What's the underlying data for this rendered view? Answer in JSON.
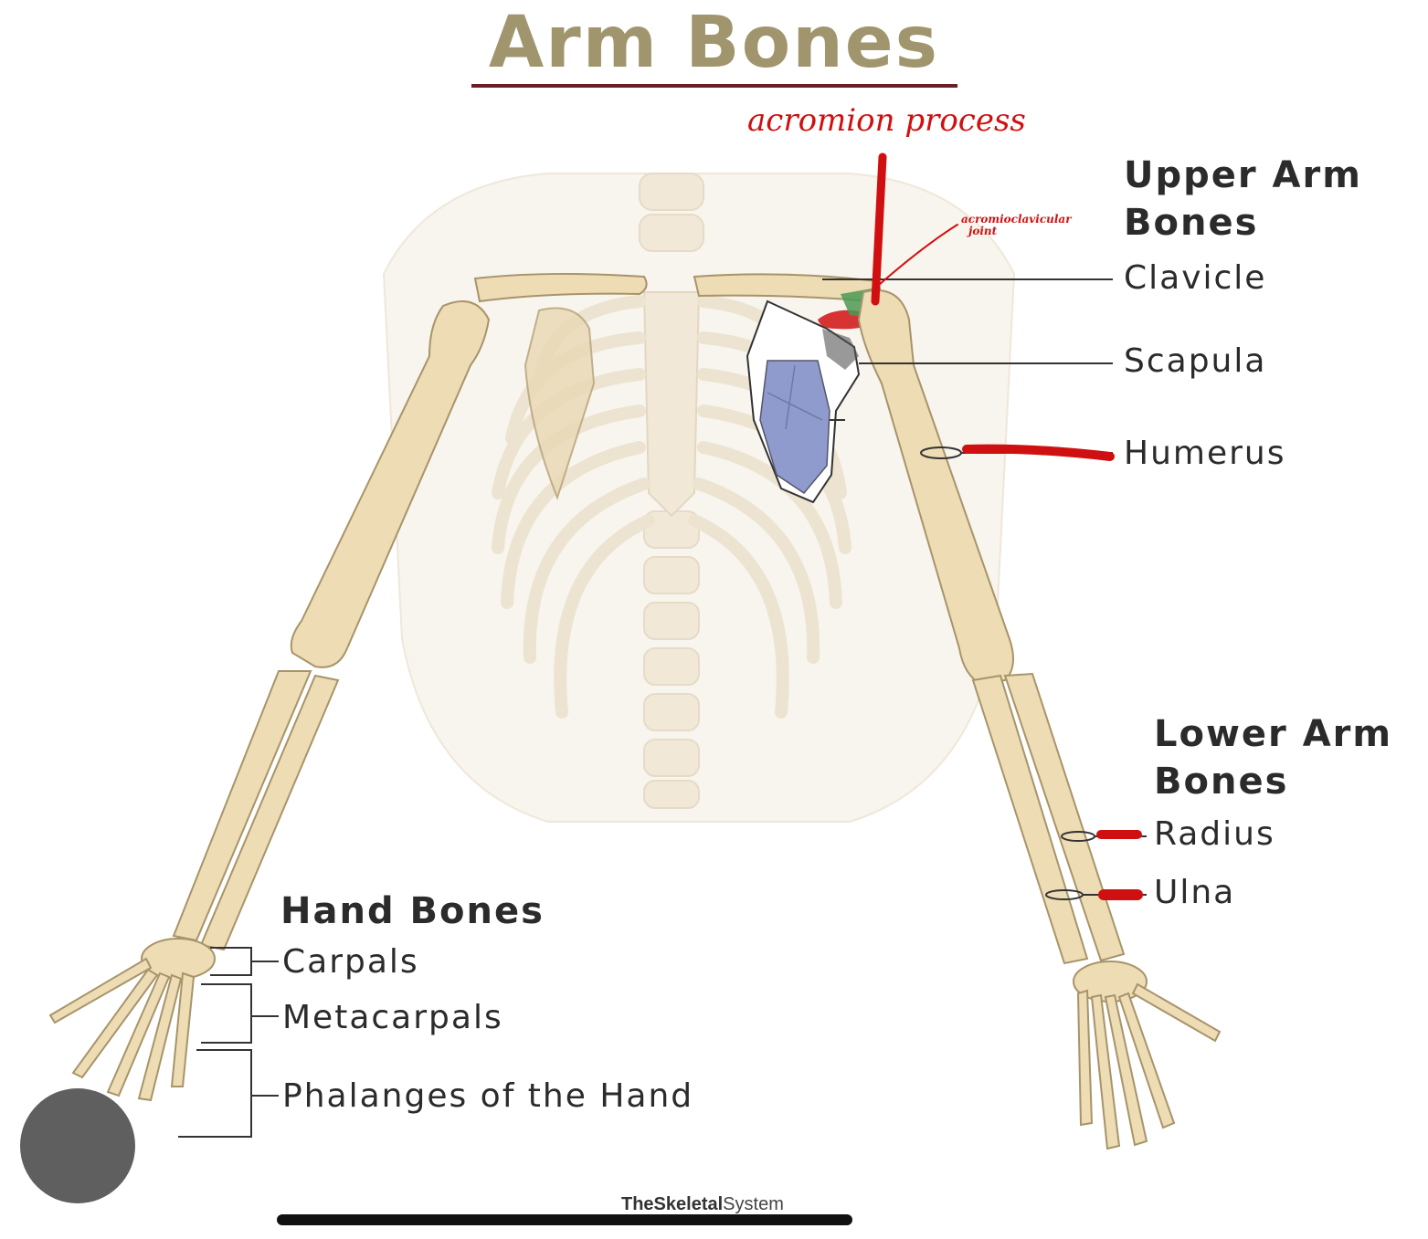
{
  "title": "Arm Bones",
  "upper_arm": {
    "heading_line1": "Upper Arm",
    "heading_line2": "Bones",
    "clavicle": "Clavicle",
    "scapula": "Scapula",
    "humerus": "Humerus"
  },
  "lower_arm": {
    "heading_line1": "Lower Arm",
    "heading_line2": "Bones",
    "radius": "Radius",
    "ulna": "Ulna"
  },
  "hand": {
    "heading": "Hand Bones",
    "carpals": "Carpals",
    "metacarpals": "Metacarpals",
    "phalanges": "Phalanges of the Hand"
  },
  "annotations": {
    "acromion": "acromion process",
    "ac_joint_line1": "acromioclavicular",
    "ac_joint_line2": "joint"
  },
  "credit": {
    "bold": "TheSkeletal",
    "light": "System"
  },
  "colors": {
    "bone": "#eddcb4",
    "bone_outline": "#a8946a",
    "faint_bone": "#f3ebdc",
    "scapula_fill": "#8e9bcc",
    "annotation_red": "#d01010",
    "joint_green": "#4a9a55",
    "title": "#a0956d"
  },
  "icons": {
    "lens": "google-lens-icon"
  }
}
